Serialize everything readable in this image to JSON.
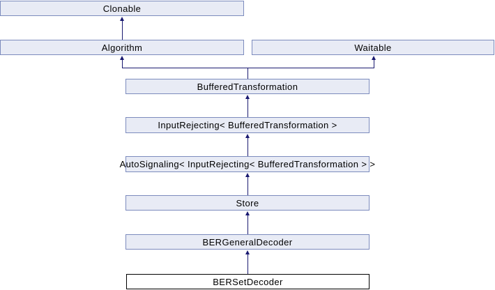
{
  "diagram": {
    "type": "class-inheritance-graph",
    "nodes": [
      {
        "id": "clonable",
        "label": "Clonable",
        "highlight": false
      },
      {
        "id": "algorithm",
        "label": "Algorithm",
        "highlight": false
      },
      {
        "id": "waitable",
        "label": "Waitable",
        "highlight": false
      },
      {
        "id": "buffered-transformation",
        "label": "BufferedTransformation",
        "highlight": false
      },
      {
        "id": "input-rejecting",
        "label": "InputRejecting< BufferedTransformation >",
        "highlight": false
      },
      {
        "id": "auto-signaling",
        "label": "AutoSignaling< InputRejecting< BufferedTransformation > >",
        "highlight": false
      },
      {
        "id": "store",
        "label": "Store",
        "highlight": false
      },
      {
        "id": "ber-general-decoder",
        "label": "BERGeneralDecoder",
        "highlight": false
      },
      {
        "id": "ber-set-decoder",
        "label": "BERSetDecoder",
        "highlight": true
      }
    ],
    "edges": [
      {
        "from": "Algorithm",
        "to": "Clonable"
      },
      {
        "from": "BufferedTransformation",
        "to": "Algorithm"
      },
      {
        "from": "BufferedTransformation",
        "to": "Waitable"
      },
      {
        "from": "InputRejecting< BufferedTransformation >",
        "to": "BufferedTransformation"
      },
      {
        "from": "AutoSignaling< InputRejecting< BufferedTransformation > >",
        "to": "InputRejecting< BufferedTransformation >"
      },
      {
        "from": "Store",
        "to": "AutoSignaling< InputRejecting< BufferedTransformation > >"
      },
      {
        "from": "BERGeneralDecoder",
        "to": "Store"
      },
      {
        "from": "BERSetDecoder",
        "to": "BERGeneralDecoder"
      }
    ]
  },
  "colors": {
    "node_fill": "#E8EBF5",
    "node_border": "#7C8BBD",
    "edge": "#191970",
    "highlight_fill": "#FFFFFF",
    "highlight_border": "#000000",
    "background": "#FFFFFF",
    "text": "#000000"
  }
}
